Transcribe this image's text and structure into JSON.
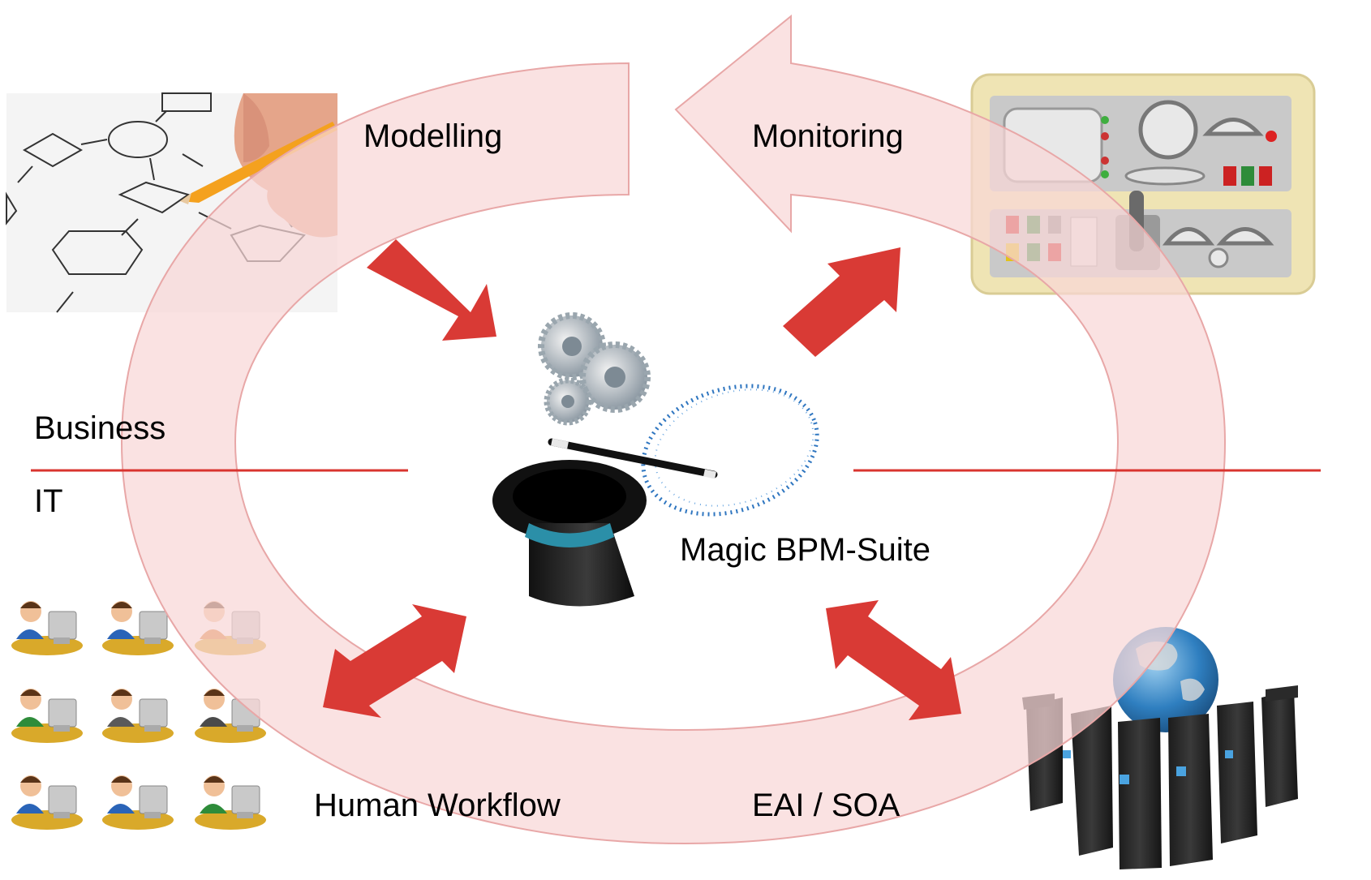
{
  "labels": {
    "modelling": "Modelling",
    "monitoring": "Monitoring",
    "business": "Business",
    "it": "IT",
    "center": "Magic BPM-Suite",
    "human_workflow": "Human Workflow",
    "eai_soa": "EAI / SOA"
  },
  "colors": {
    "cycle_fill": "#f8d7d7",
    "cycle_stroke": "#e8a7a7",
    "arrow_red": "#d93a35",
    "divider": "#d9342f"
  },
  "icons": [
    "flowchart-sketch-image",
    "control-panel-image",
    "gears-icon",
    "magic-hat-icon",
    "magic-wand-icon",
    "people-at-computers-icon",
    "server-globe-icon"
  ],
  "people_shirt_colors": [
    "#2a64b8",
    "#2a64b8",
    "#d97a2a",
    "#2e8c3a",
    "#5a5a5a",
    "#4a4a4a",
    "#2a64b8",
    "#2a64b8",
    "#2e8c3a"
  ]
}
